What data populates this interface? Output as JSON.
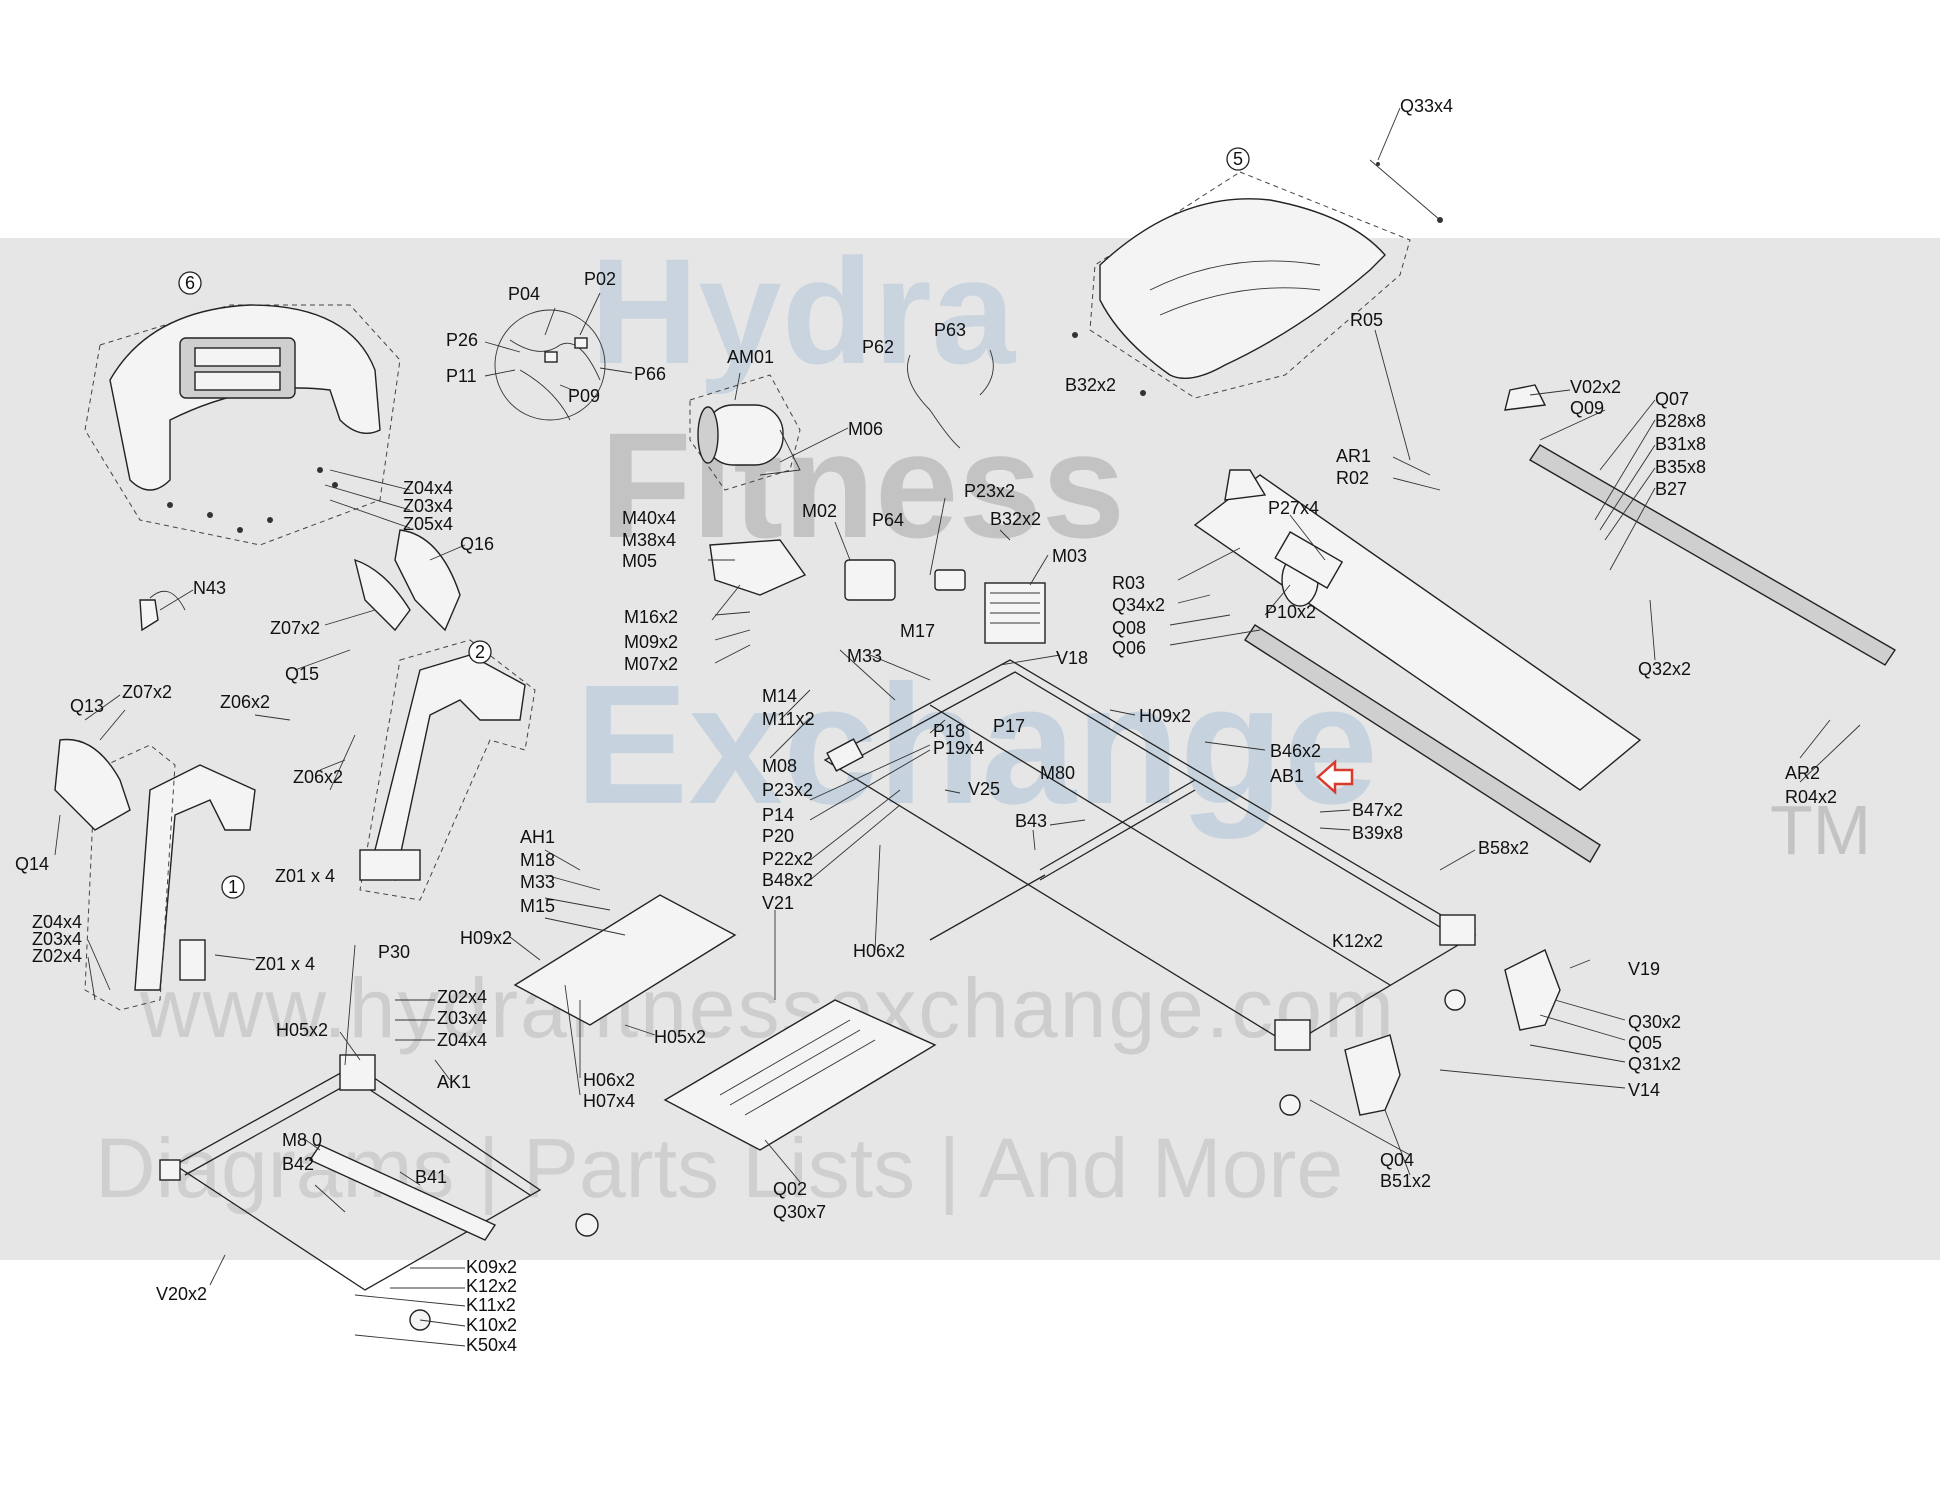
{
  "watermark": {
    "brand_lines": [
      "Hydra",
      "Fitness",
      "Exchange"
    ],
    "trademark": "TM",
    "website": "www.hydrafitnessexchange.com",
    "tagline": "Diagrams | Parts Lists | And More",
    "colors": {
      "dark": "#5e5e5e",
      "blue": "#7fa9cf",
      "band": "#e6e6e6"
    }
  },
  "callouts": [
    "1",
    "2",
    "5",
    "6"
  ],
  "highlight": {
    "label": "AB1",
    "arrow_color": "#d93a2b",
    "icon": "arrow-left-icon"
  },
  "labels": {
    "q33x4": "Q33x4",
    "b32x2_top": "B32x2",
    "r05": "R05",
    "v02x2": "V02x2",
    "q09": "Q09",
    "q07": "Q07",
    "b28x8": "B28x8",
    "b31x8": "B31x8",
    "b35x8": "B35x8",
    "b27": "B27",
    "ar1": "AR1",
    "r02": "R02",
    "p27x4": "P27x4",
    "r03": "R03",
    "q34x2": "Q34x2",
    "p10x2": "P10x2",
    "q08": "Q08",
    "q06": "Q06",
    "q32x2": "Q32x2",
    "ar2": "AR2",
    "r04x2": "R04x2",
    "b46x2": "B46x2",
    "b47x2": "B47x2",
    "b39x8": "B39x8",
    "b58x2": "B58x2",
    "k12x2_right": "K12x2",
    "v19": "V19",
    "q30x2": "Q30x2",
    "q05": "Q05",
    "q31x2": "Q31x2",
    "v14": "V14",
    "q04": "Q04",
    "b51x2": "B51x2",
    "p04": "P04",
    "p02": "P02",
    "p26": "P26",
    "p11": "P11",
    "p66": "P66",
    "p09": "P09",
    "am01": "AM01",
    "p62": "P62",
    "p63": "P63",
    "m06": "M06",
    "m40x4": "M40x4",
    "m38x4": "M38x4",
    "m05": "M05",
    "m02": "M02",
    "p64": "P64",
    "p23x2_top": "P23x2",
    "b32x2_mid": "B32x2",
    "m03": "M03",
    "m16x2": "M16x2",
    "m09x2": "M09x2",
    "m07x2": "M07x2",
    "m33_mid": "M33",
    "m17": "M17",
    "v18": "V18",
    "m14": "M14",
    "m11x2": "M11x2",
    "p18": "P18",
    "p17": "P17",
    "p19x4": "P19x4",
    "h09x2_right": "H09x2",
    "m08": "M08",
    "p23x2_mid": "P23x2",
    "v25": "V25",
    "p14": "P14",
    "p20": "P20",
    "p22x2": "P22x2",
    "b48x2": "B48x2",
    "v21": "V21",
    "m80_mid": "M80",
    "b43": "B43",
    "h06x2_mid": "H06x2",
    "z04x4_top": "Z04x4",
    "z03x4_top": "Z03x4",
    "z05x4": "Z05x4",
    "q16": "Q16",
    "n43": "N43",
    "z07x2_upper": "Z07x2",
    "q15": "Q15",
    "q13": "Q13",
    "z07x2_lower": "Z07x2",
    "z06x2_upper": "Z06x2",
    "z06x2_lower": "Z06x2",
    "q14": "Q14",
    "z01x4_upper": "Z01 x 4",
    "z04x4_left": "Z04x4",
    "z03x4_left": "Z03x4",
    "z02x4_left": "Z02x4",
    "z01x4_lower": "Z01 x 4",
    "p30": "P30",
    "ah1": "AH1",
    "m18": "M18",
    "m33_left": "M33",
    "m15": "M15",
    "h09x2_left": "H09x2",
    "z02x4_mid": "Z02x4",
    "z03x4_mid": "Z03x4",
    "z04x4_mid": "Z04x4",
    "h05x2_left": "H05x2",
    "h05x2_mid": "H05x2",
    "h06x2_low": "H06x2",
    "h07x4": "H07x4",
    "ak1": "AK1",
    "m80_low": "M8 0",
    "b42": "B42",
    "b41": "B41",
    "q02": "Q02",
    "q30x7": "Q30x7",
    "k09x2": "K09x2",
    "k12x2_low": "K12x2",
    "k11x2": "K11x2",
    "k10x2": "K10x2",
    "k50x4": "K50x4",
    "v20x2": "V20x2"
  }
}
